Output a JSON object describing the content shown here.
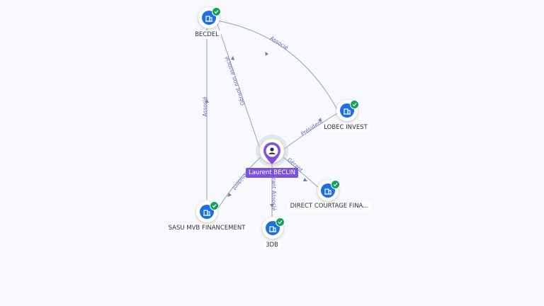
{
  "colors": {
    "company": "#1d6fe6",
    "verified": "#18a05a",
    "person": "#7b53e0",
    "edge": "#9aa1b1",
    "edge_label": "#6c64c7"
  },
  "nodes": {
    "becdel": {
      "label": "BECDEL",
      "icon": "building-icon"
    },
    "lobec": {
      "label": "LOBEC INVEST",
      "icon": "building-icon"
    },
    "sasu": {
      "label": "SASU MVB FINANCEMENT",
      "icon": "building-icon"
    },
    "tdb": {
      "label": "3DB",
      "icon": "building-icon"
    },
    "direct": {
      "label": "DIRECT COURTAGE FINA...",
      "icon": "building-icon"
    },
    "person": {
      "label": "Laurent BECLIN",
      "icon": "person-icon"
    }
  },
  "edges": {
    "becdel_lobec": "Associé",
    "person_becdel": "Gérant non associé",
    "sasu_becdel": "Associé",
    "person_lobec": "Président",
    "person_sasu": "Président",
    "person_direct": "Gérant",
    "person_tdb": "Gérant Associé"
  }
}
